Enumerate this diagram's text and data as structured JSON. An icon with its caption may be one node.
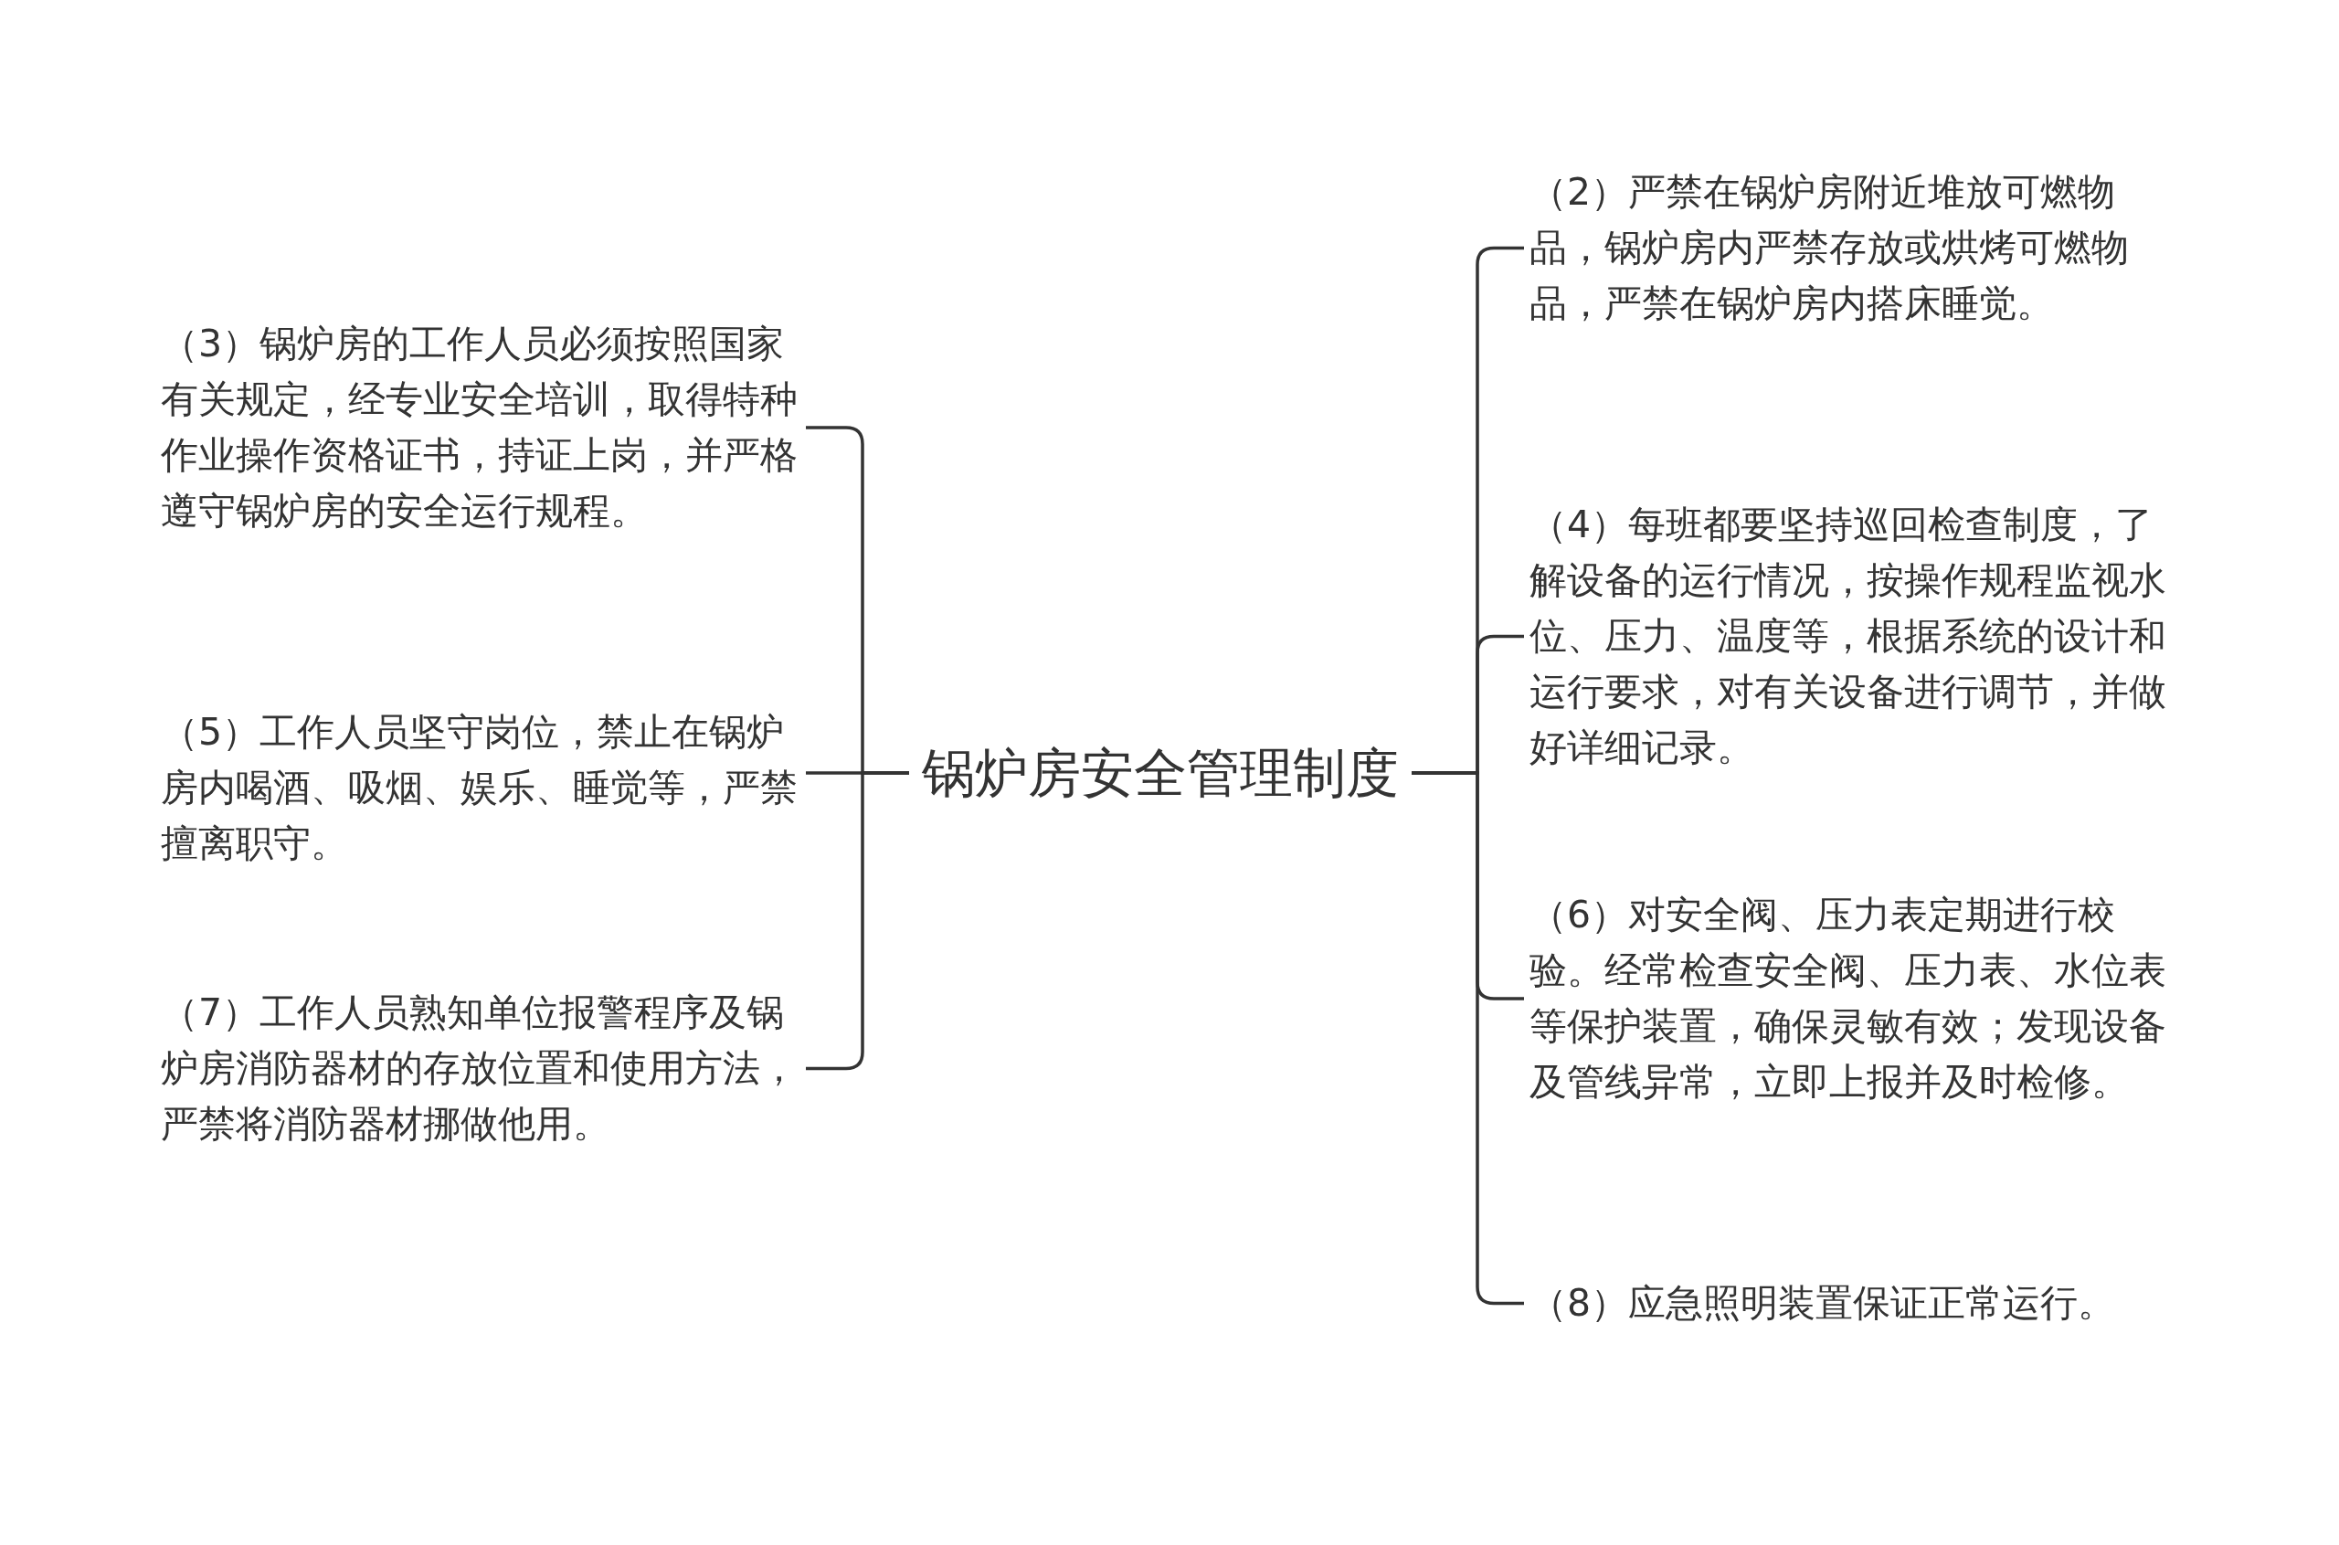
{
  "diagram": {
    "nodes": [
      {
        "text": [
          "锅炉房安全管理制度"
        ]
      },
      {
        "text": [
          "（3）锅炉房的工作人员必须按照国家有关规定，经专业安全培训，取得特种作业操作资格证书，持证上岗，并严格遵守锅炉房的安全运行规程。"
        ]
      },
      {
        "text": [
          "（5）工作人员坚守岗位，禁止在锅炉房内喝酒、吸烟、娱乐、睡觉等，严禁擅离职守。"
        ]
      },
      {
        "text": [
          "（7）工作人员熟知单位报警程序及锅炉房消防器材的存放位置和使用方法，严禁将消防器材挪做他用。"
        ]
      },
      {
        "text": [
          "（2）严禁在锅炉房附近堆放可燃物品，锅炉房内严禁存放或烘烤可燃物品，严禁在锅炉房内搭床睡觉。"
        ]
      },
      {
        "text": [
          "（4）每班都要坚持巡回检查制度，了解设备的运行情况，按操作规程监视水位、压力、温度等，根据系统的设计和运行要求，对有关设备进行调节，并做好详细记录。"
        ]
      },
      {
        "text": [
          "（6）对安全阀、压力表定期进行校验。经常检查安全阀、压力表、水位表等保护装置，确保灵敏有效；发现设备及管线异常，立即上报并及时检修。"
        ]
      },
      {
        "text": [
          "（8）应急照明装置保证正常运行。"
        ]
      }
    ],
    "edges": [
      {
        "from": 0,
        "to": 1,
        "arrow": "none"
      },
      {
        "from": 0,
        "to": 2,
        "arrow": "none"
      },
      {
        "from": 0,
        "to": 3,
        "arrow": "none"
      },
      {
        "from": 0,
        "to": 4,
        "arrow": "none"
      },
      {
        "from": 0,
        "to": 5,
        "arrow": "none"
      },
      {
        "from": 0,
        "to": 6,
        "arrow": "none"
      },
      {
        "from": 0,
        "to": 7,
        "arrow": "none"
      }
    ]
  }
}
